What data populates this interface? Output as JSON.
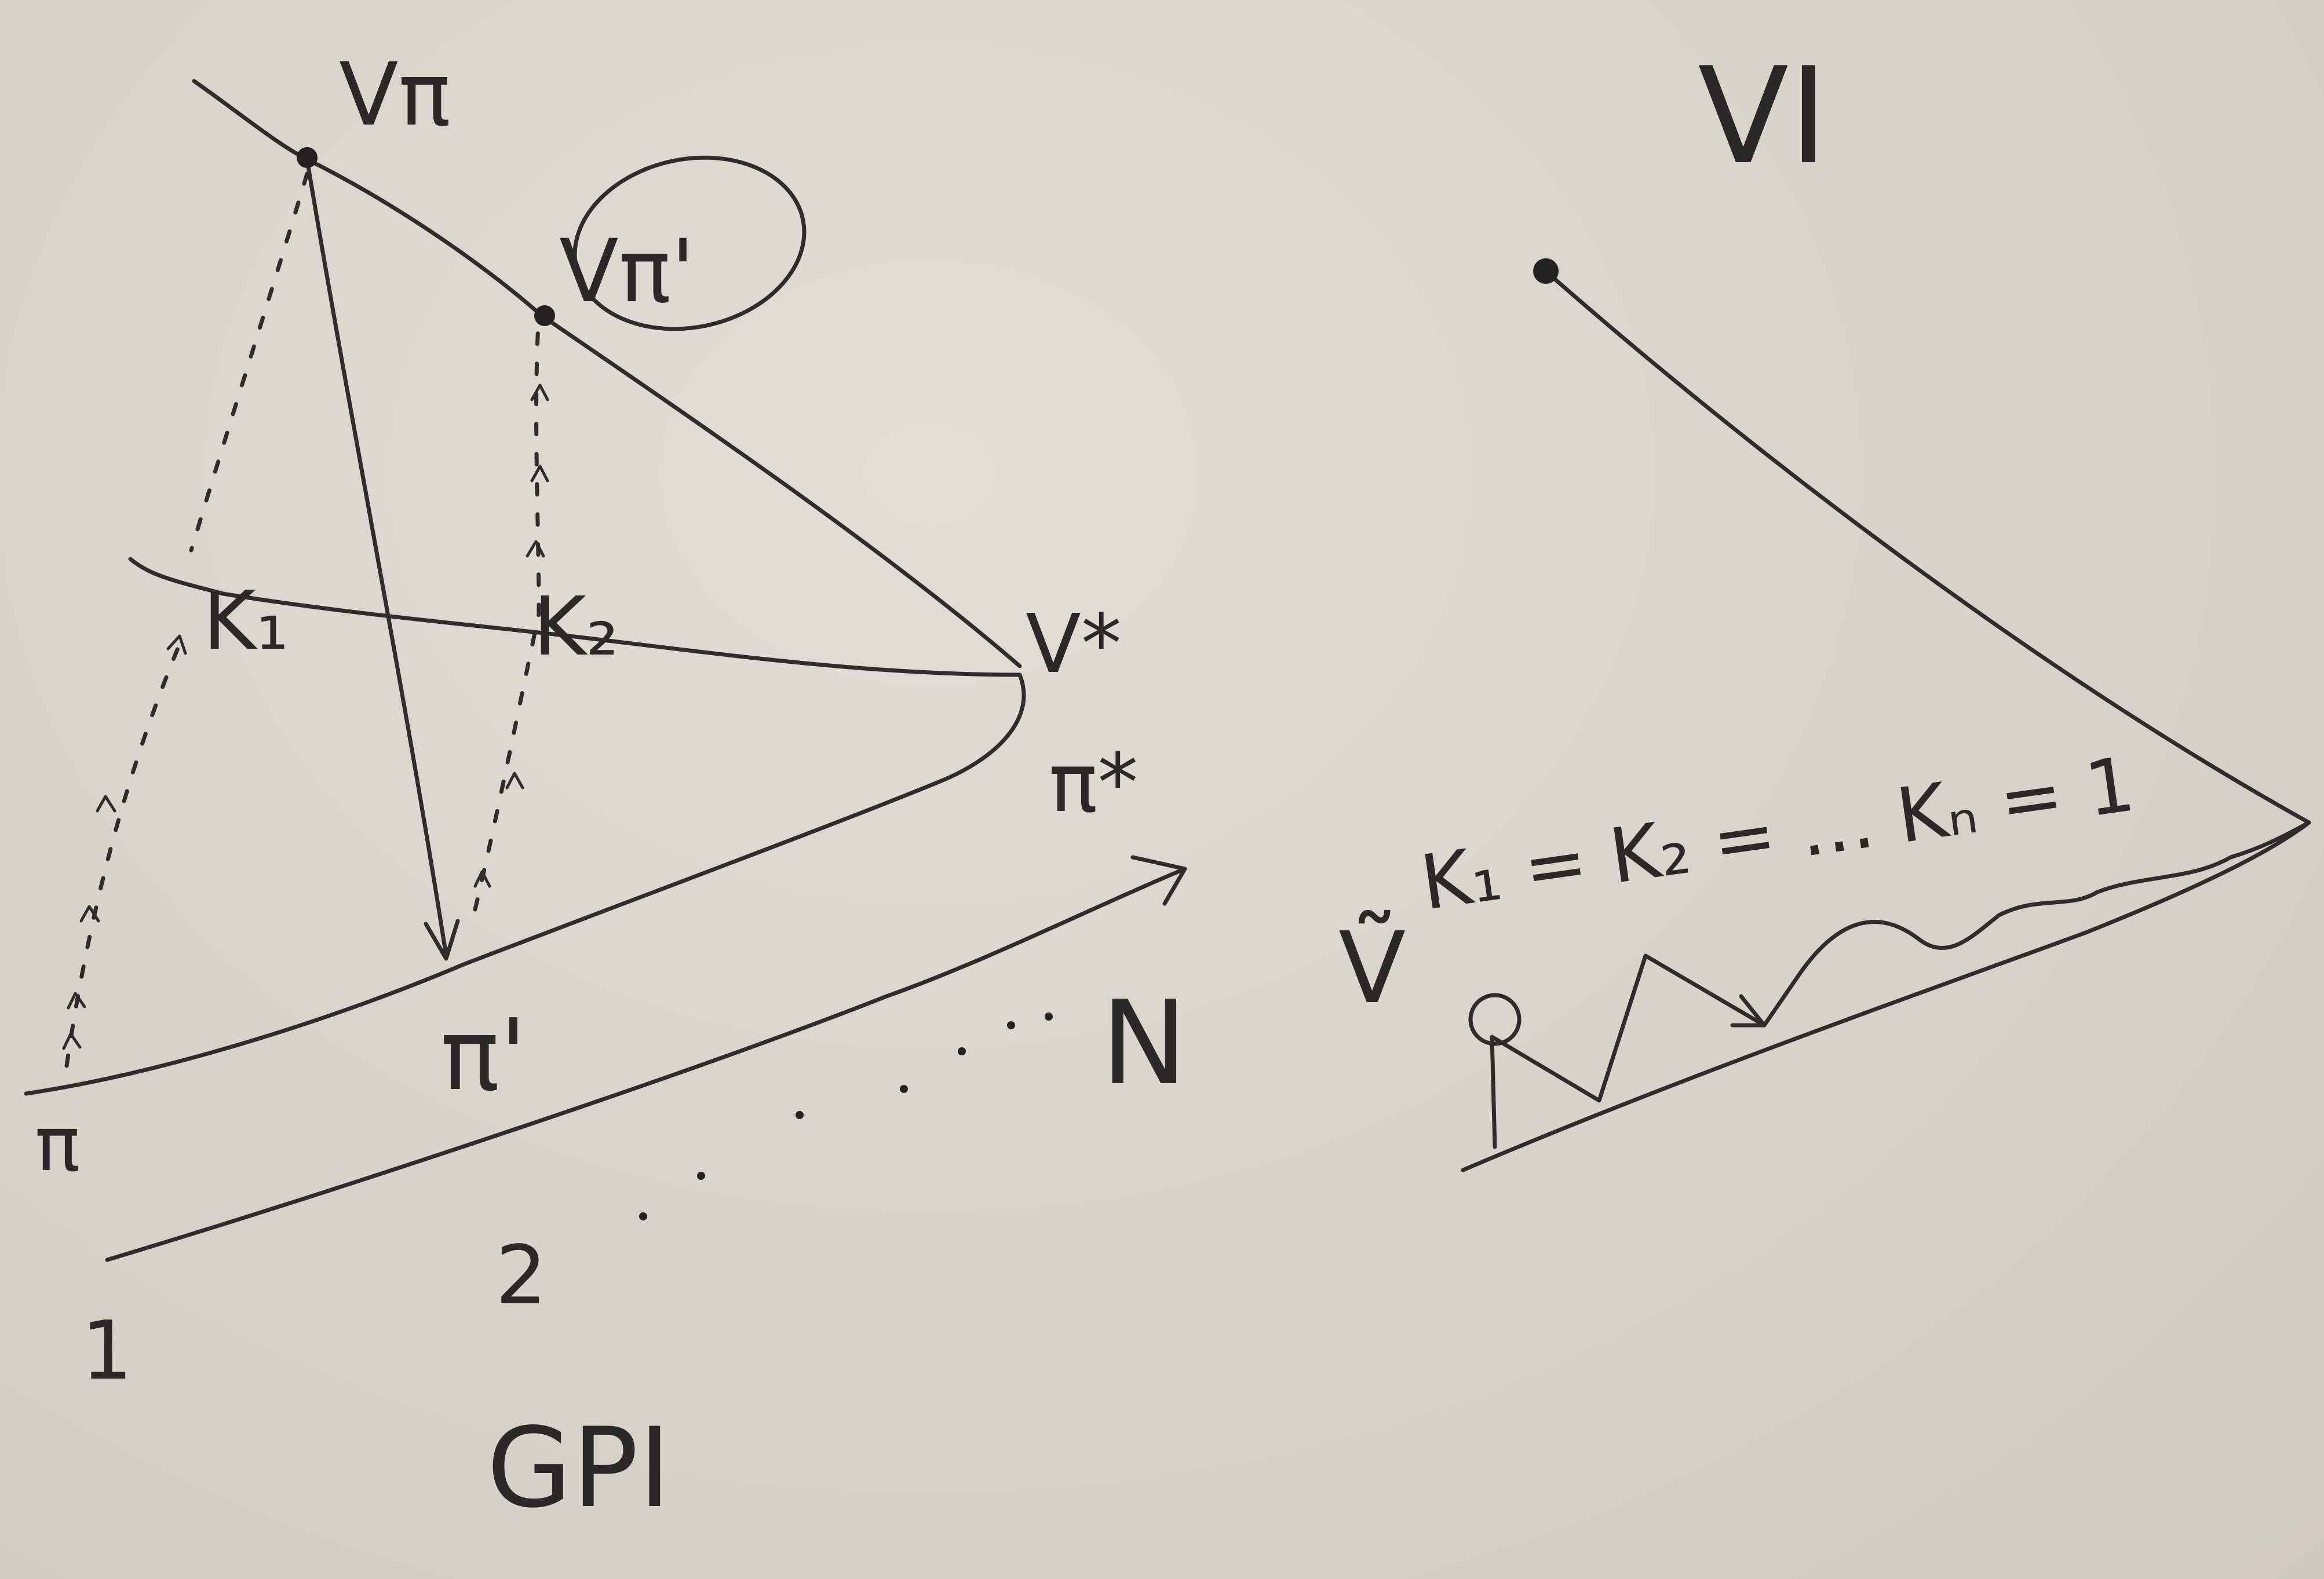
{
  "left_diagram": {
    "label_v_pi": "Vπ",
    "label_v_pi_prime": "Vπ'",
    "label_v_star": "V*",
    "label_pi_star": "π*",
    "label_k1": "K₁",
    "label_k2": "K₂",
    "label_pi_start": "π",
    "label_pi_prime": "π'",
    "label_n": "N",
    "axis_1": "1",
    "axis_2": "2",
    "caption": "GPI"
  },
  "right_diagram": {
    "label_vi": "VI",
    "label_v_tilde": "Ṽ",
    "label_k_equation": "K₁ = K₂ = … Kₙ = 1"
  },
  "colors": {
    "ink": "#2e2d2b",
    "board": "#d8d4cc"
  }
}
